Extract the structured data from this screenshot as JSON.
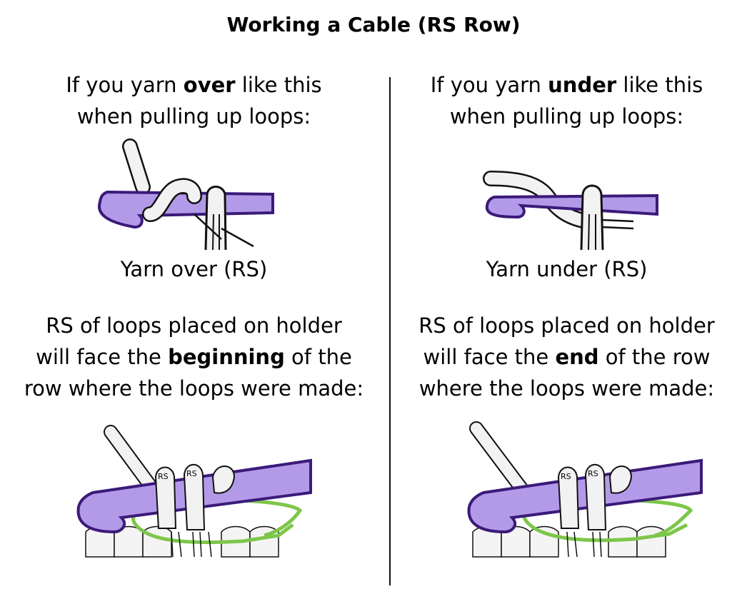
{
  "title": "Working a Cable (RS Row)",
  "left": {
    "intro": {
      "pre": "If you yarn ",
      "bold": "over",
      "post": " like this",
      "line2": "when pulling up loops:"
    },
    "caption": "Yarn over (RS)",
    "result": {
      "line1": "RS of loops placed on holder",
      "pre": "will face the ",
      "bold": "beginning",
      "post": " of the",
      "line3": "row where the loops were made:"
    },
    "loop_labels": [
      "RS",
      "RS"
    ]
  },
  "right": {
    "intro": {
      "pre": "If you yarn ",
      "bold": "under",
      "post": " like this",
      "line2": "when pulling up loops:"
    },
    "caption": "Yarn under (RS)",
    "result": {
      "line1": "RS of loops placed on holder",
      "pre": "will face the ",
      "bold": "end",
      "post": " of the row",
      "line3": "where the loops were made:"
    },
    "loop_labels": [
      "RS",
      "RS"
    ]
  },
  "colors": {
    "hook": "#b39ae8",
    "hook_outline": "#3b1a7a",
    "holder": "#7dc64a",
    "yarn_fill": "#f2f2f2",
    "stroke": "#111111"
  }
}
